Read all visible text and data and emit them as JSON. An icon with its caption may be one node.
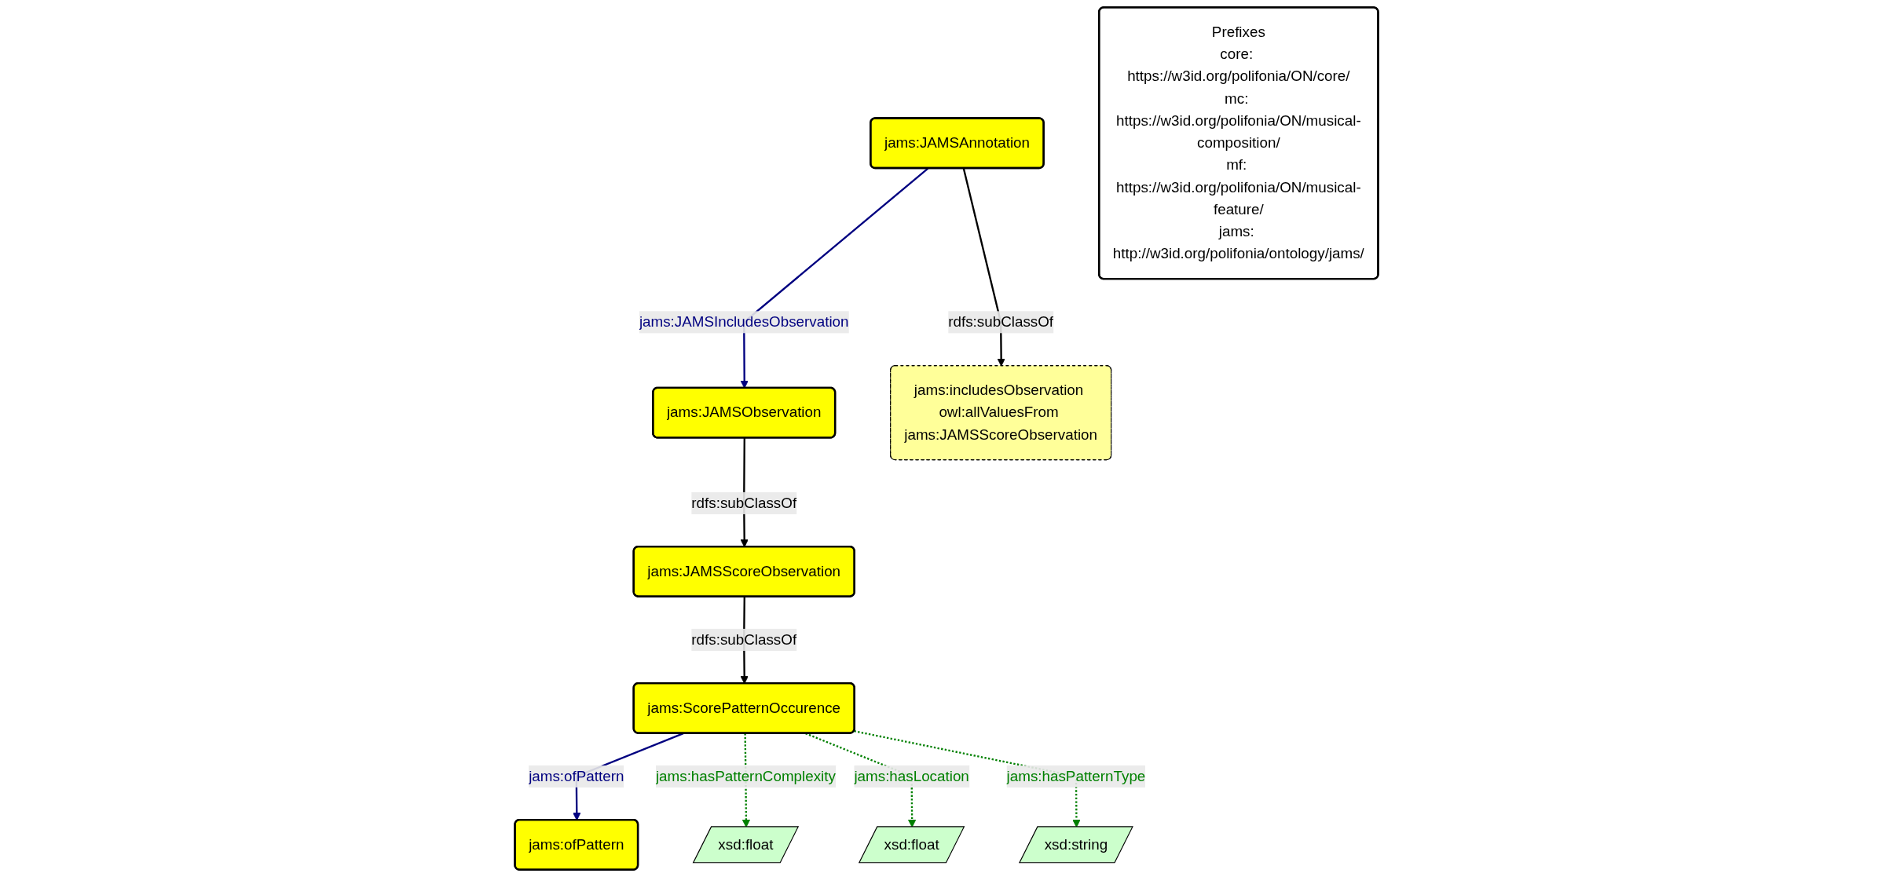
{
  "diagram": {
    "nodes": [
      {
        "text": [
          "jams:JAMSAnnotation"
        ]
      },
      {
        "text": [
          "jams:JAMSObservation"
        ]
      },
      {
        "text": [
          "jams:includesObservation owl:allValuesFrom jams:JAMSScoreObservation"
        ]
      },
      {
        "text": [
          "jams:JAMSScoreObservation"
        ]
      },
      {
        "text": [
          "jams:ofPattern"
        ]
      },
      {
        "text": [
          "jams:ScorePatternOccurence"
        ]
      },
      {
        "text": [
          "xsd:float"
        ]
      },
      {
        "text": [
          "xsd:float"
        ]
      },
      {
        "text": [
          "xsd:string"
        ]
      },
      {
        "text": [
          "Prefixes",
          "core: https://w3id.org/polifonia/ON/core/",
          "mc: https://w3id.org/polifonia/ON/musical-composition/",
          "mf: https://w3id.org/polifonia/ON/musical-feature/",
          "jams: http://w3id.org/polifonia/ontology/jams/"
        ]
      }
    ],
    "edges": [
      {
        "from": 0,
        "to": 1,
        "arrow": "to",
        "label": "jams:JAMSIncludesObservation",
        "color": "#000080"
      },
      {
        "from": 0,
        "to": 2,
        "arrow": "to",
        "label": "rdfs:subClassOf"
      },
      {
        "from": 1,
        "to": 3,
        "arrow": "to",
        "label": "rdfs:subClassOf"
      },
      {
        "from": 3,
        "to": 5,
        "arrow": "to",
        "label": "rdfs:subClassOf"
      },
      {
        "from": 5,
        "to": 4,
        "arrow": "to",
        "label": "jams:ofPattern",
        "color": "#000080"
      },
      {
        "from": 5,
        "to": 6,
        "arrow": "to",
        "label": "jams:hasPatternComplexity",
        "style": "dashed",
        "color": "#008000"
      },
      {
        "from": 5,
        "to": 7,
        "arrow": "to",
        "label": "jams:hasLocation",
        "style": "dashed",
        "color": "#008000"
      },
      {
        "from": 5,
        "to": 8,
        "arrow": "to",
        "label": "jams:hasPatternType",
        "style": "dashed",
        "color": "#008000"
      }
    ]
  }
}
